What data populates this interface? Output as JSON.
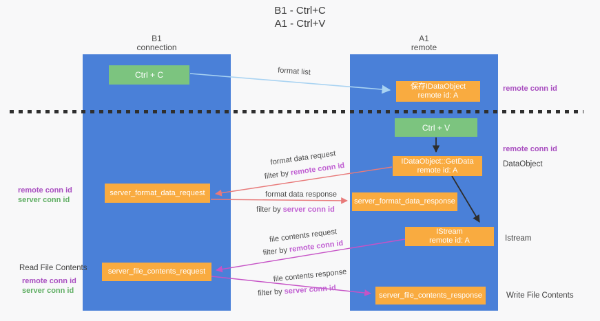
{
  "title": {
    "line1": "B1 - Ctrl+C",
    "line2": "A1 - Ctrl+V"
  },
  "columns": {
    "left": {
      "name_line": "B1",
      "role_line": "connection"
    },
    "right": {
      "name_line": "A1",
      "role_line": "remote"
    }
  },
  "boxes": {
    "ctrl_c": "Ctrl + C",
    "ctrl_v": "Ctrl + V",
    "save_dataobject": {
      "line1": "保存IDataObject",
      "line2": "remote id: A"
    },
    "getdata": {
      "line1": "IDataObject::GetData",
      "line2": "remote id: A"
    },
    "istream": {
      "line1": "IStream",
      "line2": "remote id: A"
    },
    "server_format_data_request": "server_format_data_request",
    "server_format_data_response": "server_format_data_response",
    "server_file_contents_request": "server_file_contents_request",
    "server_file_contents_response": "server_file_contents_response"
  },
  "annotations": {
    "right": {
      "remote_conn_top": "remote conn id",
      "remote_conn_mid": "remote conn id",
      "dataobject": "DataObject",
      "istream": "Istream",
      "write_file_contents": "Write File Contents"
    },
    "left": {
      "remote_conn_mid": "remote conn id",
      "server_conn_mid": "server conn id",
      "read_file_contents": "Read File Contents",
      "remote_conn_bottom": "remote conn id",
      "server_conn_bottom": "server conn id"
    }
  },
  "arrows": {
    "format_list": {
      "label": "format list"
    },
    "format_data_request": {
      "label": "format data request",
      "filter_prefix": "filter by",
      "filter_key": "remote conn id"
    },
    "format_data_response": {
      "label": "format data response",
      "filter_prefix": "filter by",
      "filter_key": "server conn id"
    },
    "file_contents_request": {
      "label": "file contents request",
      "filter_prefix": "filter by",
      "filter_key": "remote conn id"
    },
    "file_contents_response": {
      "label": "file contents response",
      "filter_prefix": "filter by",
      "filter_key": "server conn id"
    }
  },
  "colors": {
    "column-blue": "#4a80d8",
    "box-green": "#7cc47f",
    "box-orange": "#f9ab40",
    "arrow-lightblue": "#a9d3f2",
    "arrow-salmon": "#e87a7a",
    "arrow-magenta": "#c653c6",
    "arrow-black": "#2d2d2d",
    "text-purple": "#a94fc0",
    "text-purple-light": "#c05fd2",
    "text-green": "#5fae63",
    "text-dark": "#3f3f3f",
    "background": "#f8f8f9"
  }
}
